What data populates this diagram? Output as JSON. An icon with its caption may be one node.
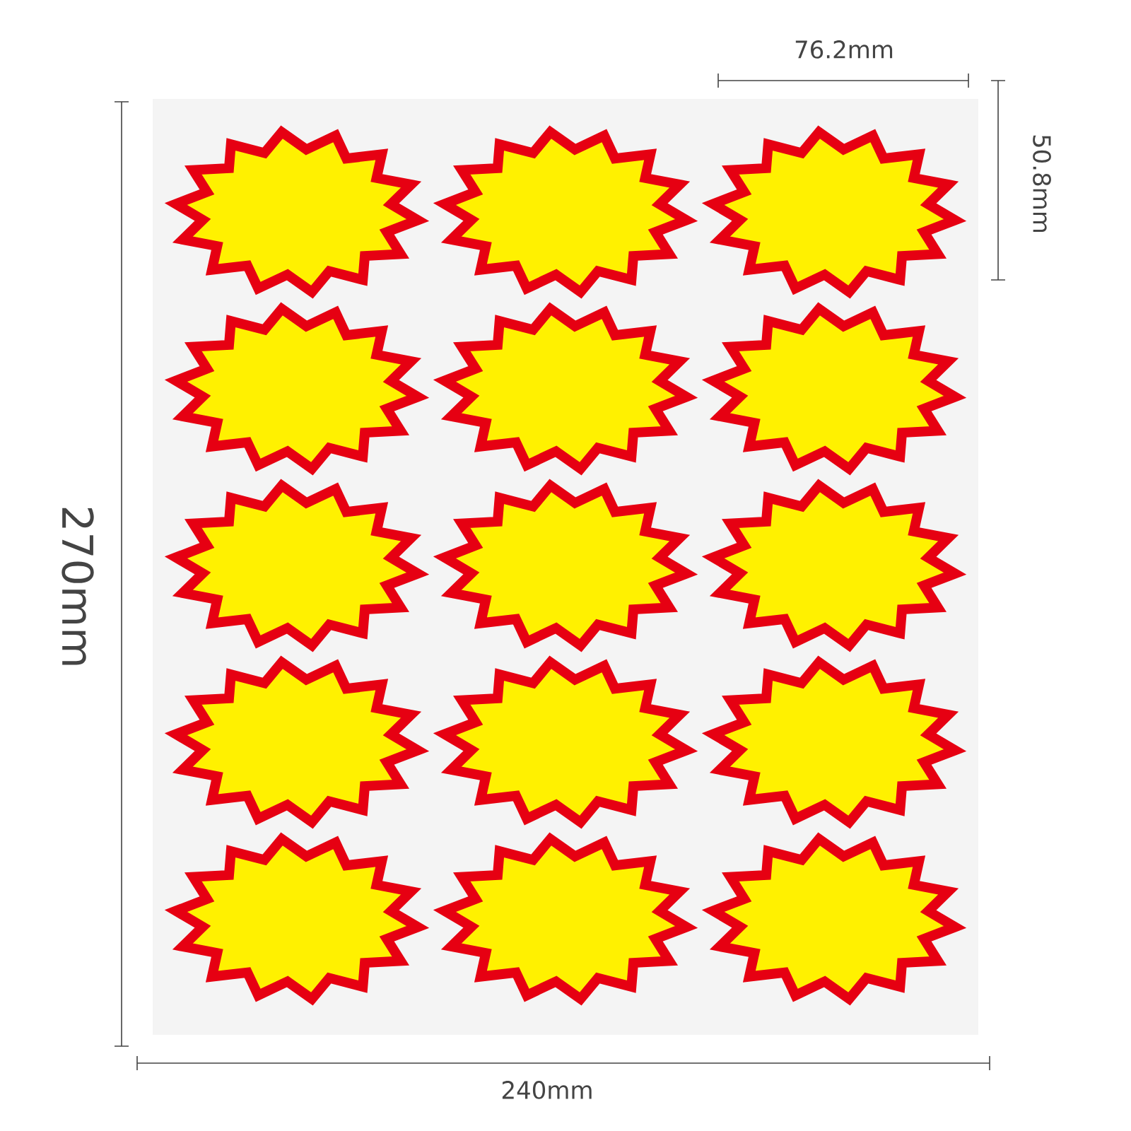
{
  "diagram": {
    "labels": [
      "76.2mm",
      "50.8mm",
      "270mm",
      "240mm"
    ]
  }
}
